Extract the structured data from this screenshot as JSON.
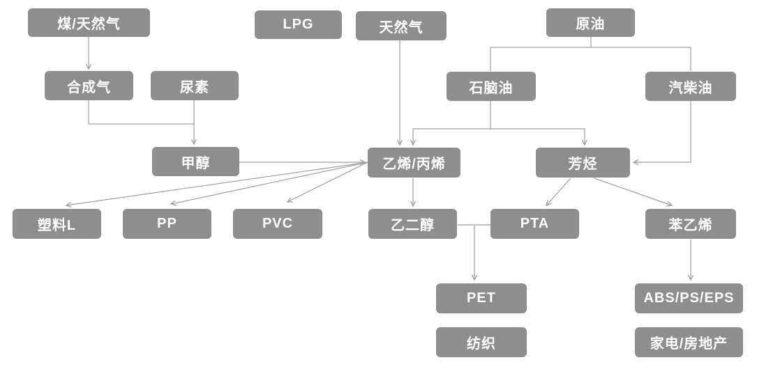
{
  "diagram": {
    "kind": "petrochemical-industry-chain-flowchart",
    "colors": {
      "node_bg": "#8e8e8e",
      "node_text": "#ffffff",
      "line": "#9e9e9e",
      "background": "#ffffff"
    }
  },
  "nodes": {
    "coal_gas": {
      "label": "煤/天然气"
    },
    "lpg": {
      "label": "LPG"
    },
    "natural_gas": {
      "label": "天然气"
    },
    "crude_oil": {
      "label": "原油"
    },
    "syngas": {
      "label": "合成气"
    },
    "urea": {
      "label": "尿素"
    },
    "naphtha": {
      "label": "石脑油"
    },
    "gas_diesel": {
      "label": "汽柴油"
    },
    "methanol": {
      "label": "甲醇"
    },
    "ethylene_propylene": {
      "label": "乙烯/丙烯"
    },
    "aromatics": {
      "label": "芳烃"
    },
    "plastics": {
      "label": "塑料L"
    },
    "pp": {
      "label": "PP"
    },
    "pvc": {
      "label": "PVC"
    },
    "meg": {
      "label": "乙二醇"
    },
    "pta": {
      "label": "PTA"
    },
    "styrene": {
      "label": "苯乙烯"
    },
    "pet": {
      "label": "PET"
    },
    "textile": {
      "label": "纺织"
    },
    "abs_ps_eps": {
      "label": "ABS/PS/EPS"
    },
    "appliance_realestate": {
      "label": "家电/房地产"
    }
  },
  "edges": [
    {
      "from": "coal_gas",
      "to": "syngas"
    },
    {
      "from": "syngas",
      "to": "methanol"
    },
    {
      "from": "urea",
      "to": "methanol"
    },
    {
      "from": "natural_gas",
      "to": "ethylene_propylene"
    },
    {
      "from": "crude_oil",
      "to": "naphtha"
    },
    {
      "from": "crude_oil",
      "to": "gas_diesel"
    },
    {
      "from": "naphtha",
      "to": "ethylene_propylene"
    },
    {
      "from": "naphtha",
      "to": "aromatics"
    },
    {
      "from": "gas_diesel",
      "to": "aromatics"
    },
    {
      "from": "methanol",
      "to": "ethylene_propylene"
    },
    {
      "from": "ethylene_propylene",
      "to": "plastics"
    },
    {
      "from": "ethylene_propylene",
      "to": "pp"
    },
    {
      "from": "ethylene_propylene",
      "to": "pvc"
    },
    {
      "from": "ethylene_propylene",
      "to": "meg"
    },
    {
      "from": "aromatics",
      "to": "pta"
    },
    {
      "from": "aromatics",
      "to": "styrene"
    },
    {
      "from": "meg",
      "to": "pet"
    },
    {
      "from": "pta",
      "to": "pet"
    },
    {
      "from": "styrene",
      "to": "abs_ps_eps"
    }
  ]
}
